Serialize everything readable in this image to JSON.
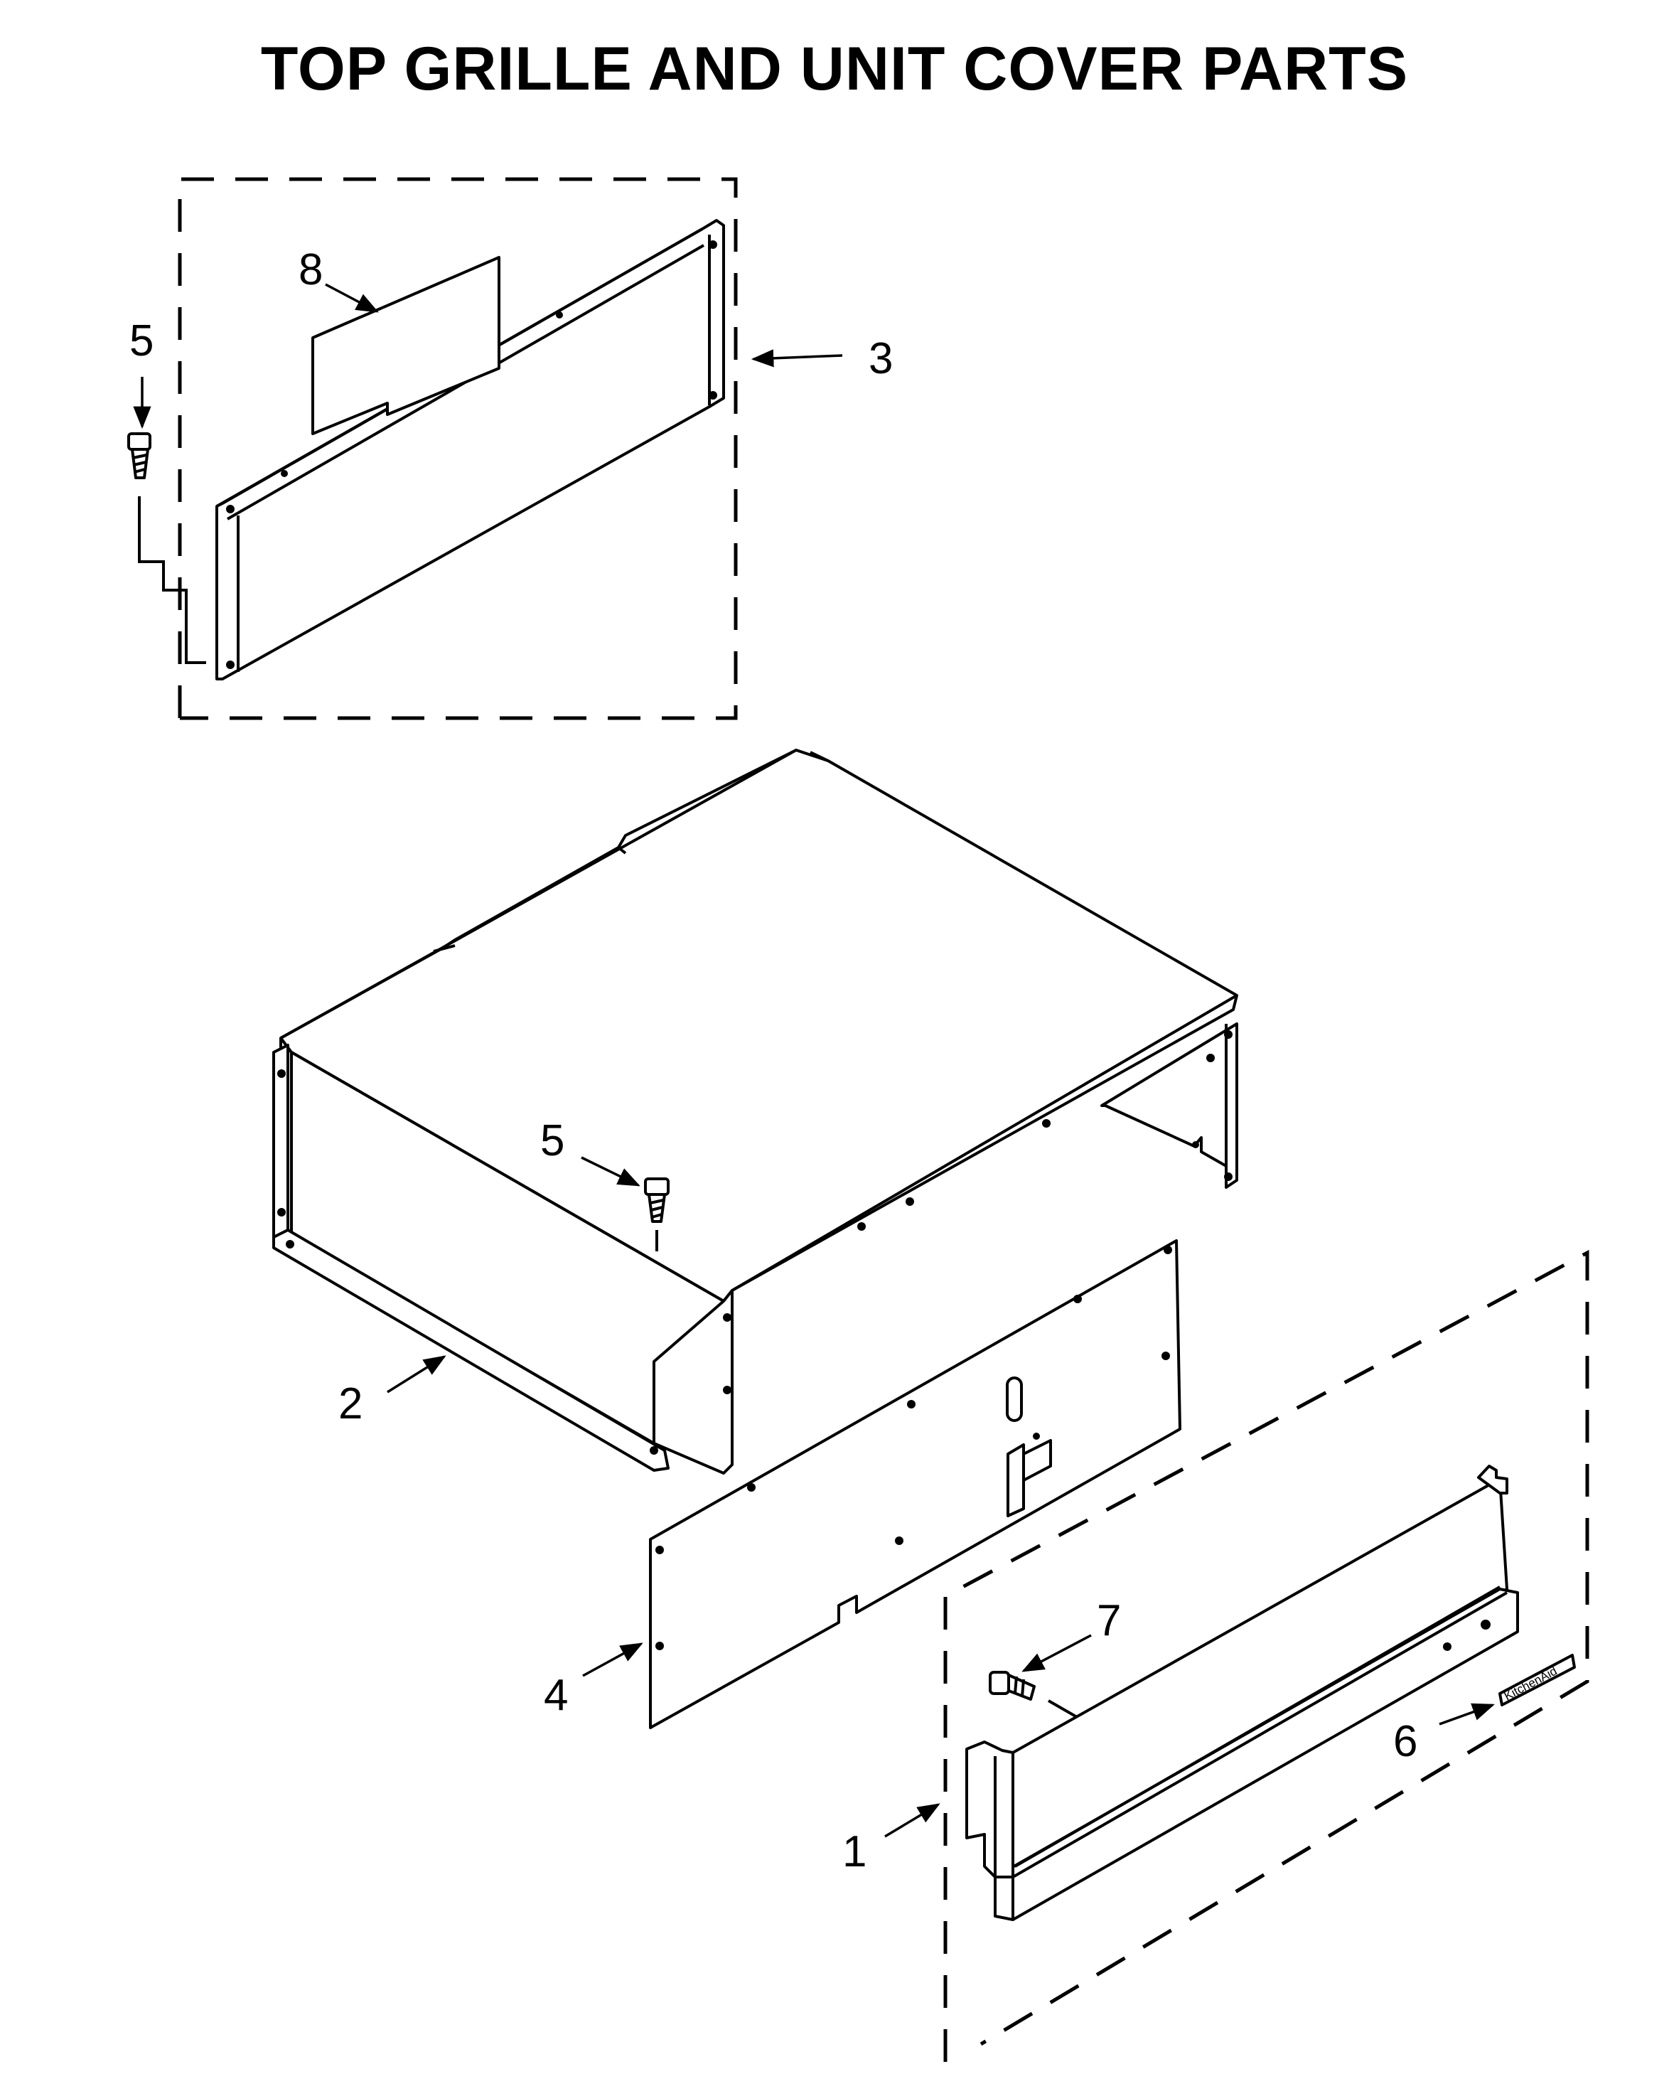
{
  "title": "TOP GRILLE AND UNIT COVER PARTS",
  "callouts": [
    {
      "id": "1",
      "text": "1"
    },
    {
      "id": "2",
      "text": "2"
    },
    {
      "id": "3",
      "text": "3"
    },
    {
      "id": "4",
      "text": "4"
    },
    {
      "id": "5a",
      "text": "5"
    },
    {
      "id": "5b",
      "text": "5"
    },
    {
      "id": "6",
      "text": "6"
    },
    {
      "id": "7",
      "text": "7"
    },
    {
      "id": "8",
      "text": "8"
    }
  ],
  "badge_text": "KitchenAid"
}
